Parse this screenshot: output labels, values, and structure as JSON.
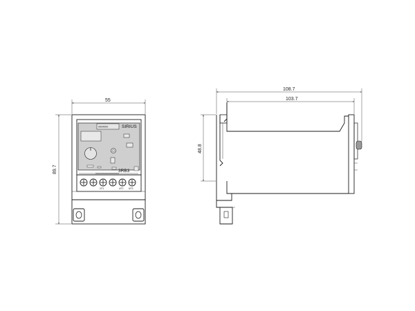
{
  "front_view": {
    "width_label": "55",
    "height_label": "89.7",
    "brand": "SIRIUS",
    "model_code": "3RB3",
    "terminal_labels": [
      "2/T1",
      "4/T2",
      "6/T3"
    ]
  },
  "side_view": {
    "total_depth_label": "108.7",
    "body_depth_label": "103.7",
    "height_label": "48.8"
  }
}
